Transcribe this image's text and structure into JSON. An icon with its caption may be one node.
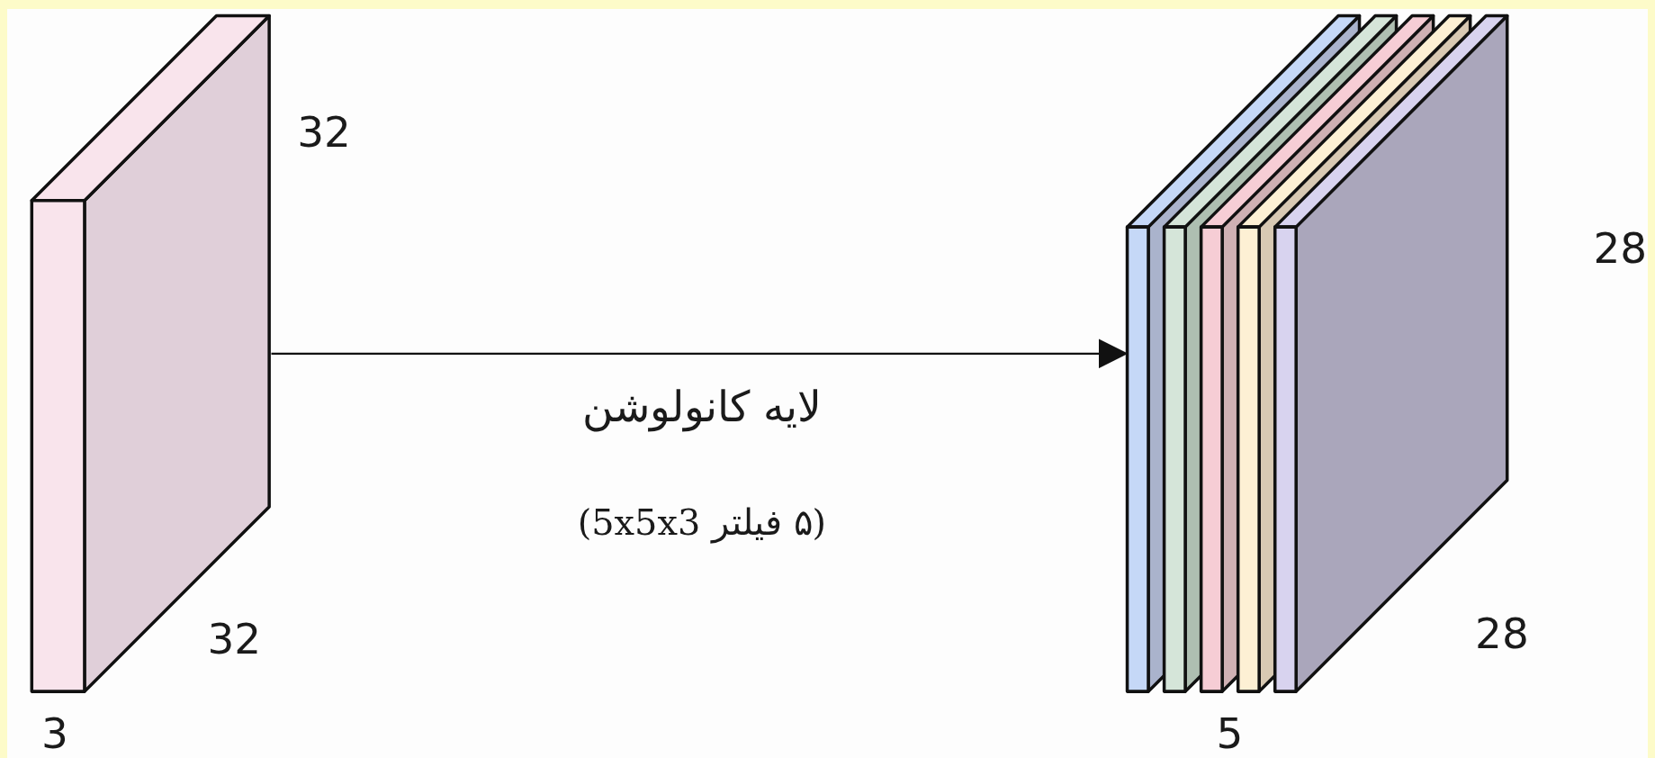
{
  "diagram": {
    "nodes": [
      {
        "text": [],
        "shape": "box"
      },
      {
        "text": [],
        "shape": "box"
      }
    ],
    "edges": [
      {
        "from": 0,
        "to": 1,
        "arrow": "to"
      }
    ],
    "labels": [
      "32",
      "28",
      "لایه کانولوشن",
      "(۵ فیلتر 5x5x3)",
      "32",
      "28",
      "3",
      "5"
    ]
  }
}
